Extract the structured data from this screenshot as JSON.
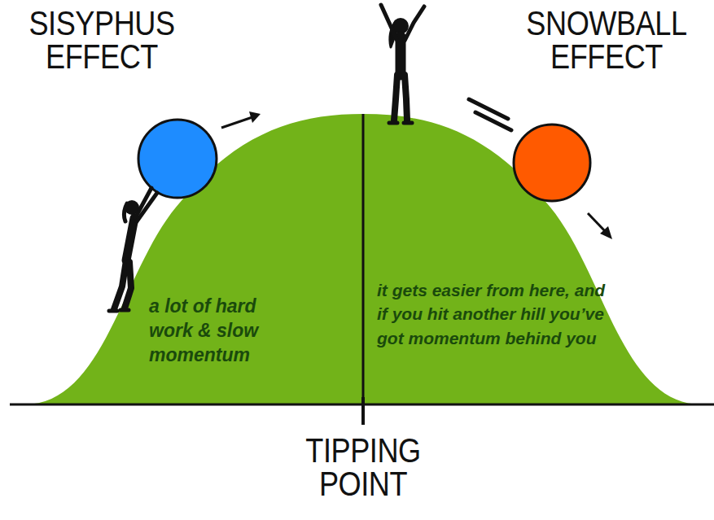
{
  "diagram": {
    "nodes": [
      {
        "text": [
          "a lot of hard work & slow momentum",
          "it gets easier from here, and if you hit another hill you’ve got momentum behind you"
        ]
      }
    ],
    "labels": [
      "SISYPHUS EFFECT",
      "SNOWBALL EFFECT",
      "TIPPING POINT"
    ]
  }
}
